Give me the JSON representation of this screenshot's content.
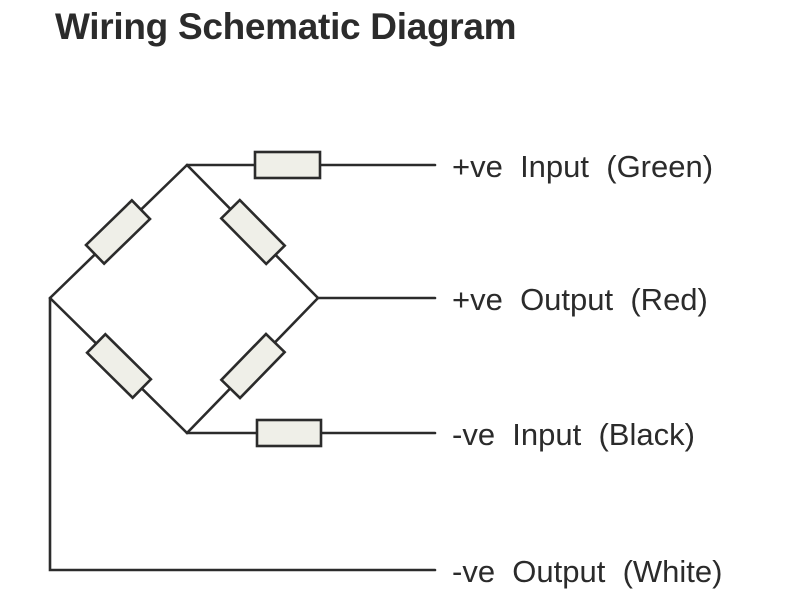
{
  "title": "Wiring Schematic Diagram",
  "terminals": [
    {
      "label": "+ve  Input  (Green)"
    },
    {
      "label": "+ve  Output  (Red)"
    },
    {
      "label": "-ve  Input  (Black)"
    },
    {
      "label": "-ve  Output  (White)"
    }
  ]
}
